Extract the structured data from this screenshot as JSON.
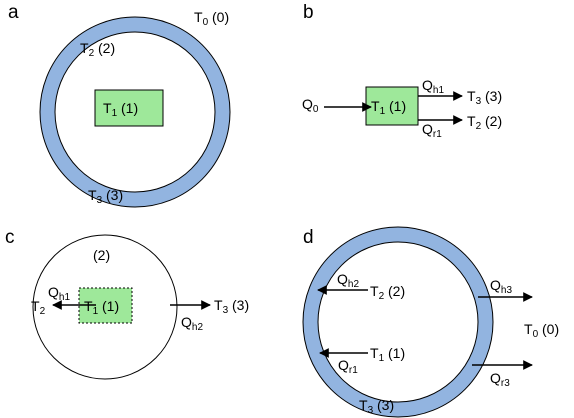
{
  "colors": {
    "ring": "#92b4e0",
    "box": "#9ee89a",
    "line": "#000000",
    "background": "#ffffff"
  },
  "panels": {
    "a": {
      "letter": "a",
      "t0": {
        "main": "T",
        "sub": "0",
        "paren": " (0)"
      },
      "t2": {
        "main": "T",
        "sub": "2",
        "paren": " (2)"
      },
      "t1": {
        "main": "T",
        "sub": "1",
        "paren": " (1)"
      },
      "t3": {
        "main": "T",
        "sub": "3",
        "paren": "  (3)"
      }
    },
    "b": {
      "letter": "b",
      "q0": {
        "main": "Q",
        "sub": "0"
      },
      "t1": {
        "main": "T",
        "sub": "1",
        "paren": " (1)"
      },
      "qh1": {
        "main": "Q",
        "sub": "h1"
      },
      "qr1": {
        "main": "Q",
        "sub": "r1"
      },
      "t3": {
        "main": "T",
        "sub": "3",
        "paren": " (3)"
      },
      "t2": {
        "main": "T",
        "sub": "2",
        "paren": " (2)"
      }
    },
    "c": {
      "letter": "c",
      "zone": "(2)",
      "qh1": {
        "main": "Q",
        "sub": "h1"
      },
      "t2": {
        "main": "T",
        "sub": "2"
      },
      "t1": {
        "main": "T",
        "sub": "1",
        "paren": " (1)"
      },
      "qh2": {
        "main": "Q",
        "sub": "h2"
      },
      "t3": {
        "main": "T",
        "sub": "3",
        "paren": " (3)"
      }
    },
    "d": {
      "letter": "d",
      "qh2": {
        "main": "Q",
        "sub": "h2"
      },
      "t2": {
        "main": "T",
        "sub": "2",
        "paren": " (2)"
      },
      "t1": {
        "main": "T",
        "sub": "1",
        "paren": " (1)"
      },
      "qr1": {
        "main": "Q",
        "sub": "r1"
      },
      "qh3": {
        "main": "Q",
        "sub": "h3"
      },
      "qr3": {
        "main": "Q",
        "sub": "r3"
      },
      "t0": {
        "main": "T",
        "sub": "0",
        "paren": " (0)"
      },
      "t3": {
        "main": "T",
        "sub": "3",
        "paren": "  (3)"
      }
    }
  }
}
